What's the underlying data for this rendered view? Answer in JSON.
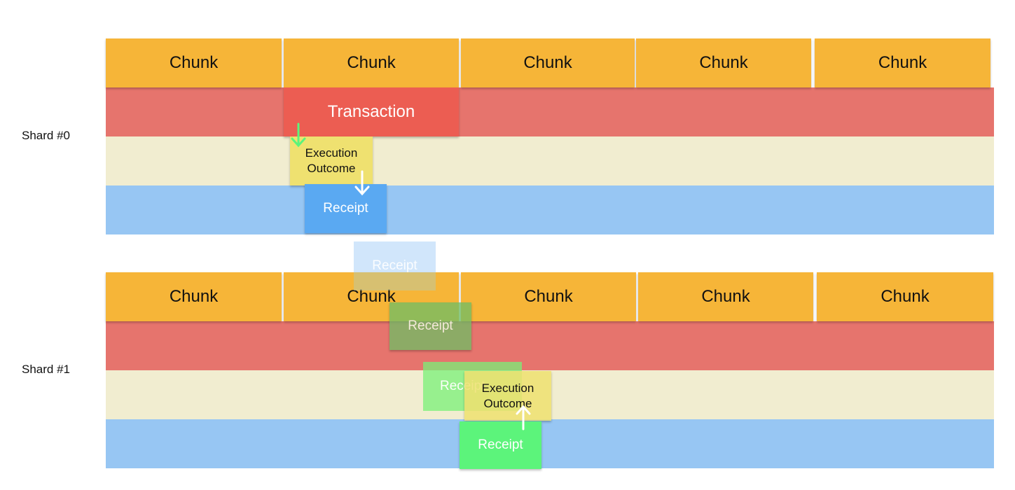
{
  "shards": [
    {
      "label": "Shard #0",
      "chunks": [
        "Chunk",
        "Chunk",
        "Chunk",
        "Chunk",
        "Chunk"
      ],
      "transaction": "Transaction",
      "execution_outcome": [
        "Execution",
        "Outcome"
      ],
      "receipt": "Receipt"
    },
    {
      "label": "Shard #1",
      "chunks": [
        "Chunk",
        "Chunk",
        "Chunk",
        "Chunk",
        "Chunk"
      ],
      "execution_outcome": [
        "Execution",
        "Outcome"
      ],
      "receipt": "Receipt"
    }
  ],
  "transit_receipts": [
    "Receipt",
    "Receipt",
    "Receipt"
  ],
  "colors": {
    "chunk": "#f6b538",
    "transaction_band": "#e6746d",
    "outcome_band": "#f1edd0",
    "receipt_band": "#97c6f3",
    "arrow_green": "#5cf47b",
    "arrow_white": "#ffffff"
  }
}
